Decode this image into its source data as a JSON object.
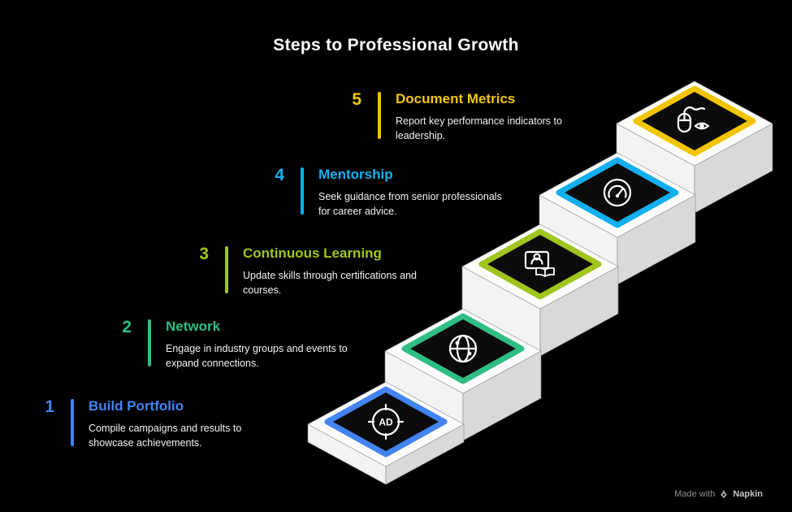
{
  "title": "Steps to Professional Growth",
  "steps": [
    {
      "number": "1",
      "title": "Build Portfolio",
      "description": "Compile campaigns and results to showcase achievements.",
      "color": "#4383F2",
      "icon": "ad-target-icon",
      "icon_text": "AD"
    },
    {
      "number": "2",
      "title": "Network",
      "description": "Engage in industry groups and events to expand connections.",
      "color": "#2EBE83",
      "icon": "globe-network-icon"
    },
    {
      "number": "3",
      "title": "Continuous Learning",
      "description": "Update skills through certifications and courses.",
      "color": "#A0C51E",
      "icon": "online-learning-icon"
    },
    {
      "number": "4",
      "title": "Mentorship",
      "description": "Seek guidance from senior professionals for career advice.",
      "color": "#12AFF0",
      "icon": "gauge-icon"
    },
    {
      "number": "5",
      "title": "Document Metrics",
      "description": "Report key performance indicators to leadership.",
      "color": "#F2C500",
      "icon": "mouse-tracking-icon"
    }
  ],
  "footer": {
    "made_with": "Made with",
    "brand": "Napkin"
  }
}
